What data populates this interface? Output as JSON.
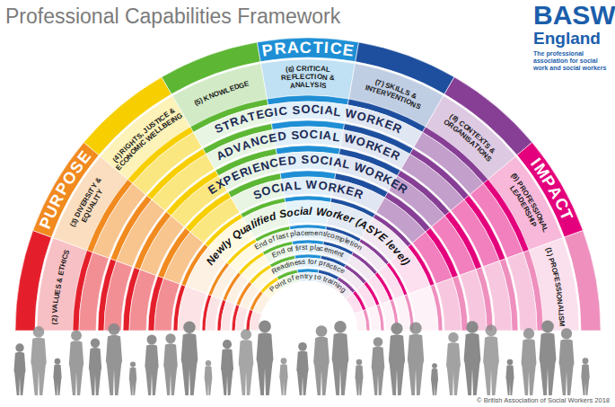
{
  "diagram": {
    "title": "Professional Capabilities Framework",
    "nodes": [
      {
        "text": [
          "PURPOSE"
        ]
      },
      {
        "text": [
          "PRACTICE"
        ]
      },
      {
        "text": [
          "IMPACT"
        ]
      },
      {
        "text": [
          "(2) VALUES & ETHICS"
        ]
      },
      {
        "text": [
          "(3) DIVERSITY & EQUALITY"
        ]
      },
      {
        "text": [
          "(4) RIGHTS, JUSTICE & ECONOMIC WELLBEING"
        ]
      },
      {
        "text": [
          "(5) KNOWLEDGE"
        ]
      },
      {
        "text": [
          "(6) CRITICAL REFLECTION & ANALYSIS"
        ]
      },
      {
        "text": [
          "(7) SKILLS & INTERVENTIONS"
        ]
      },
      {
        "text": [
          "(8) CONTEXTS & ORGANISATIONS"
        ]
      },
      {
        "text": [
          "(9) PROFESSIONAL LEADERSHIP"
        ]
      },
      {
        "text": [
          "(1) PROFESSIONALISM"
        ]
      },
      {
        "text": [
          "STRATEGIC SOCIAL WORKER"
        ]
      },
      {
        "text": [
          "ADVANCED SOCIAL WORKER"
        ]
      },
      {
        "text": [
          "EXPERIENCED SOCIAL WORKER"
        ]
      },
      {
        "text": [
          "SOCIAL WORKER"
        ]
      },
      {
        "text": [
          "Newly Qualified Social Worker (ASYE level)"
        ]
      },
      {
        "text": [
          "End of last placement/completion"
        ]
      },
      {
        "text": [
          "End of first placement"
        ]
      },
      {
        "text": [
          "Readiness for practice"
        ]
      },
      {
        "text": [
          "Point of entry to training"
        ]
      }
    ],
    "labels": [
      "BASW",
      "England",
      "The professional association for social work and social workers",
      "© British Association of Social Workers 2018"
    ]
  }
}
